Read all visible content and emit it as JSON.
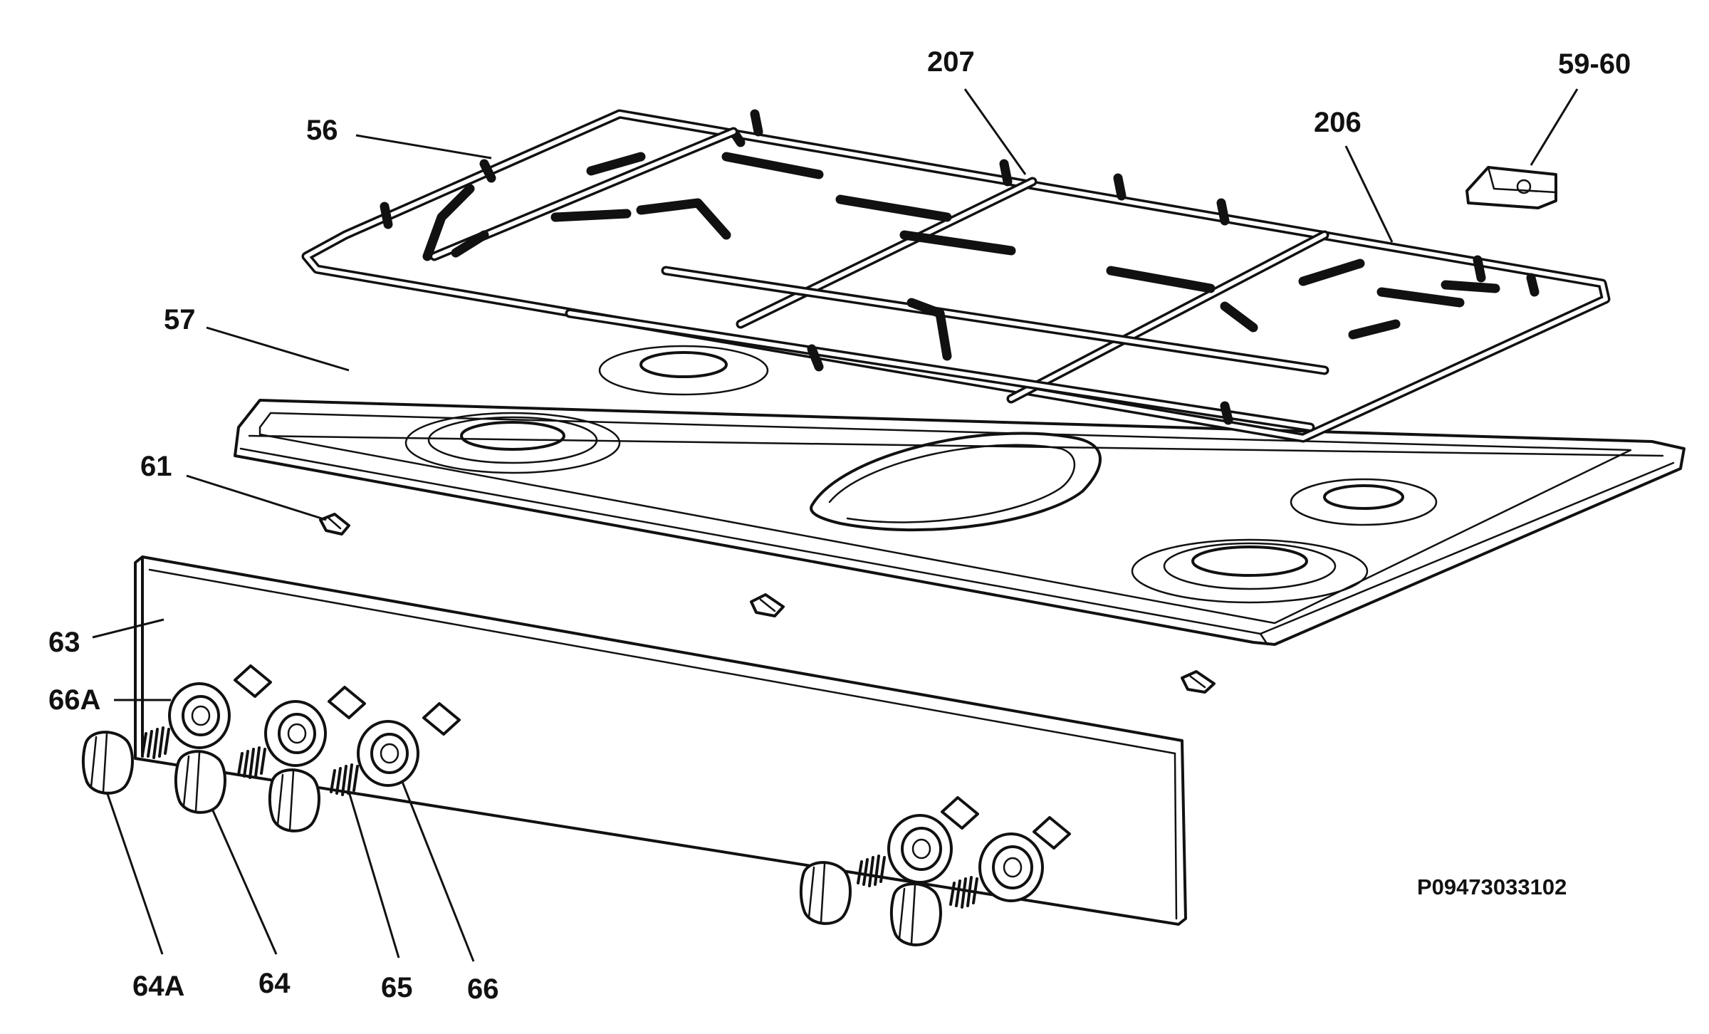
{
  "labels": {
    "grid_left": "56",
    "grid_middle": "207",
    "grid_right": "206",
    "accessory": "59-60",
    "hob_top": "57",
    "clip": "61",
    "control_panel": "63",
    "knob_ring_a": "66A",
    "knob_a": "64A",
    "knob": "64",
    "spring": "65",
    "knob_ring": "66"
  },
  "reference_code": "P09473033102"
}
